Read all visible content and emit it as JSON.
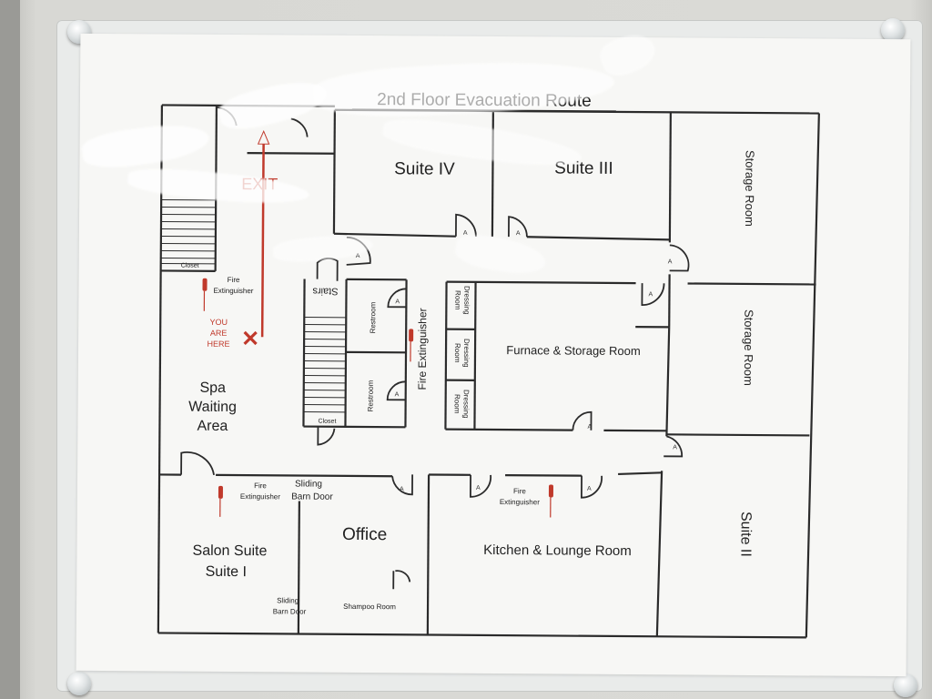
{
  "title": "2nd Floor Evacuation Route",
  "colors": {
    "route": "#c0392b",
    "wall": "#2b2b2b",
    "paper": "#f7f7f5"
  },
  "labels": {
    "suite_iv": "Suite IV",
    "suite_iii": "Suite III",
    "storage_room_1": "Storage Room",
    "storage_room_2": "Storage Room",
    "suite_ii": "Suite II",
    "exit": "EXIT",
    "closet_left": "Closet",
    "fire_ext_left_1": "Fire",
    "fire_ext_left_2": "Extinguisher",
    "you_are_here_1": "YOU",
    "you_are_here_2": "ARE",
    "you_are_here_3": "HERE",
    "spa_1": "Spa",
    "spa_2": "Waiting",
    "spa_3": "Area",
    "stairs_center": "Stairs",
    "restroom_1": "Restroom",
    "restroom_2": "Restroom",
    "closet_center": "Closet",
    "fire_ext_center": "Fire Extinguisher",
    "dressing_room_1a": "Dressing",
    "dressing_room_1b": "Room",
    "dressing_room_2a": "Dressing",
    "dressing_room_2b": "Room",
    "dressing_room_3a": "Dressing",
    "dressing_room_3b": "Room",
    "furnace": "Furnace & Storage Room",
    "fire_ext_salon_1": "Fire",
    "fire_ext_salon_2": "Extinguisher",
    "sliding_top_1": "Sliding",
    "sliding_top_2": "Barn Door",
    "office": "Office",
    "salon_1": "Salon Suite",
    "salon_2": "Suite I",
    "sliding_bottom_1": "Sliding",
    "sliding_bottom_2": "Barn Door",
    "shampoo": "Shampoo Room",
    "fire_ext_kitchen_1": "Fire",
    "fire_ext_kitchen_2": "Extinguisher",
    "kitchen": "Kitchen & Lounge Room",
    "door_mark": "A"
  }
}
